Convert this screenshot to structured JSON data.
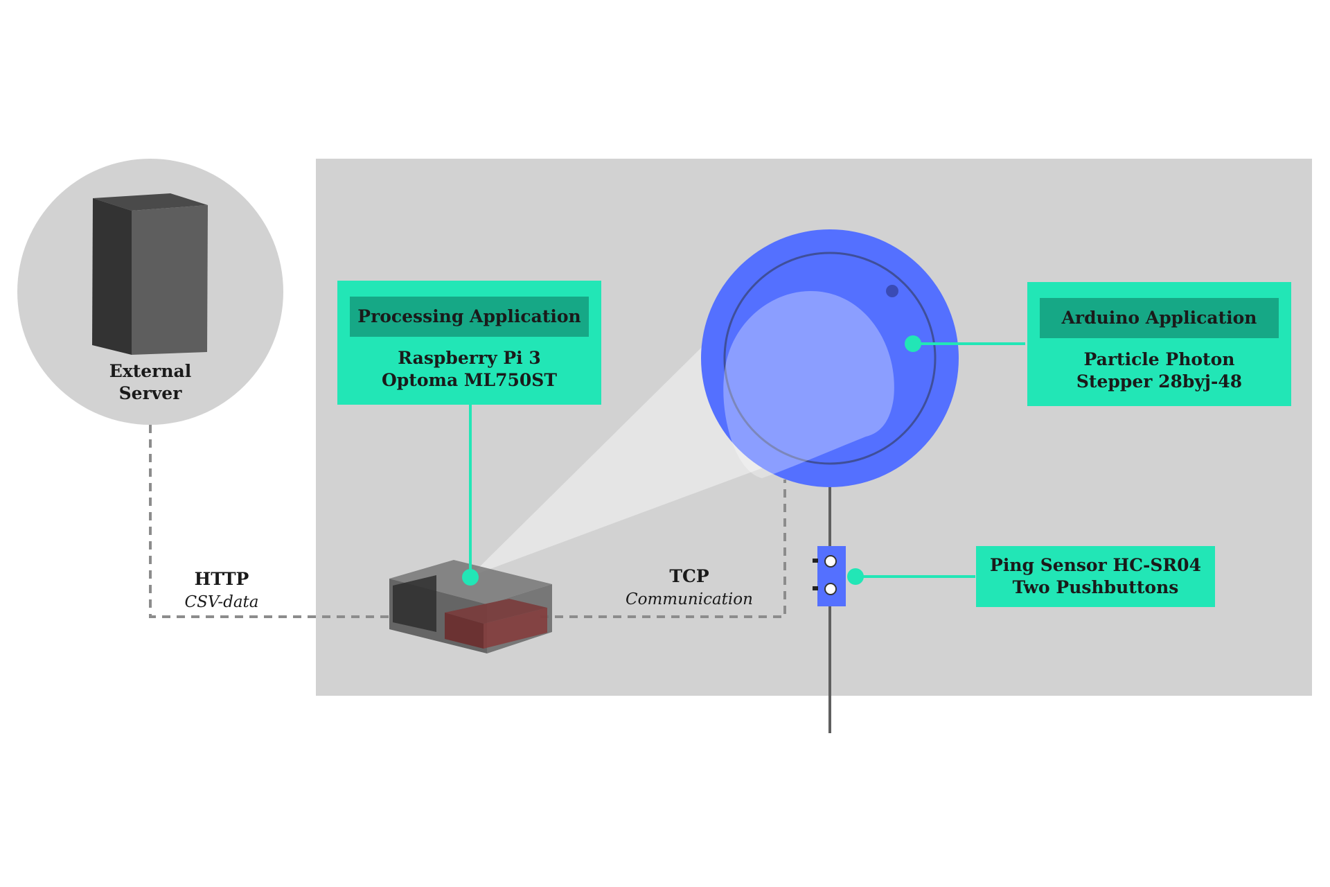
{
  "server": {
    "line1": "External",
    "line2": "Server"
  },
  "http": {
    "title": "HTTP",
    "subtitle": "CSV-data"
  },
  "tcp": {
    "title": "TCP",
    "subtitle": "Communication"
  },
  "processing_box": {
    "header": "Processing Application",
    "line1": "Raspberry Pi 3",
    "line2": "Optoma ML750ST"
  },
  "arduino_box": {
    "header": "Arduino Application",
    "line1": "Particle Photon",
    "line2": "Stepper 28byj-48"
  },
  "sensor_box": {
    "line1": "Ping Sensor HC-SR04",
    "line2": "Two Pushbuttons"
  },
  "colors": {
    "accent": "#22e6b6",
    "accent_dark": "#16a886",
    "disc_blue": "#5470ff",
    "panel_gray": "#d2d2d2"
  }
}
